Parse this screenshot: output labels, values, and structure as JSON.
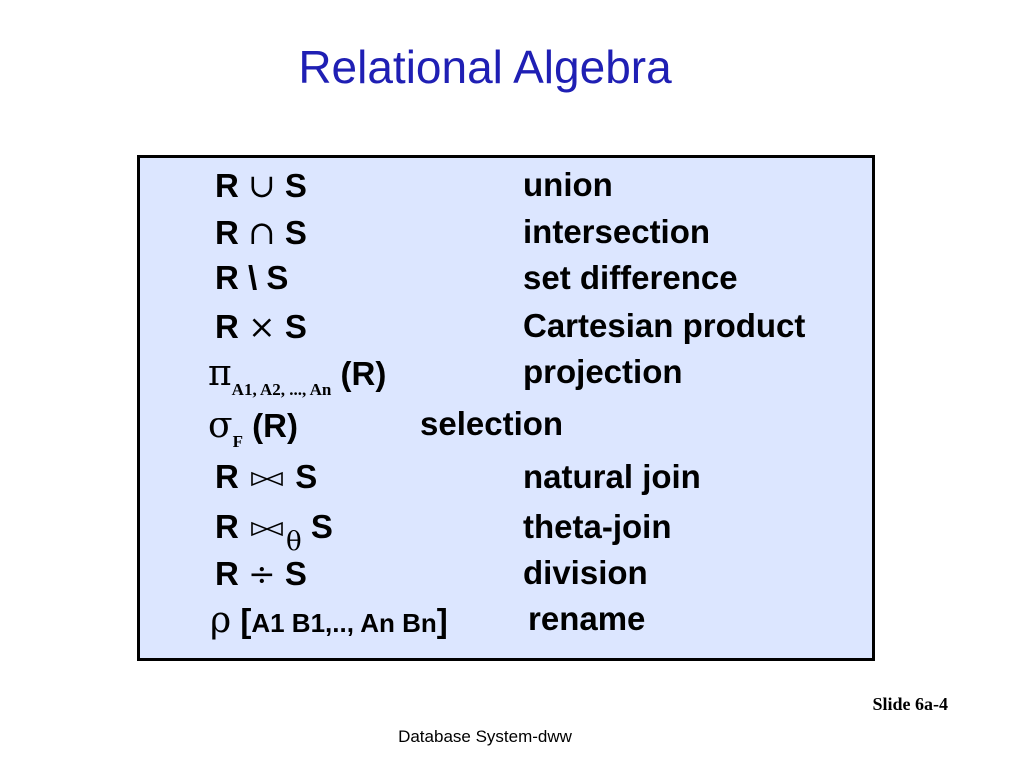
{
  "title": "Relational Algebra",
  "operations": [
    {
      "r": "R",
      "op": "∪",
      "s": "S",
      "desc": "union"
    },
    {
      "r": "R",
      "op": "∩",
      "s": "S",
      "desc": "intersection"
    },
    {
      "r": "R",
      "op": "\\",
      "s": "S",
      "desc": "set difference"
    },
    {
      "r": "R",
      "op": "×",
      "s": "S",
      "desc": "Cartesian product"
    },
    {
      "symbol": "π",
      "subscript": "A1, A2, ..., An",
      "arg": "(R)",
      "desc": "projection"
    },
    {
      "symbol": "σ",
      "subscript": "F",
      "arg": "(R)",
      "desc": "selection"
    },
    {
      "r": "R",
      "s": "S",
      "desc": "natural join",
      "op_icon": "bowtie-join-icon"
    },
    {
      "r": "R",
      "theta": "θ",
      "s": "S",
      "desc": "theta-join",
      "op_icon": "bowtie-join-icon"
    },
    {
      "r": "R",
      "op": "÷",
      "s": "S",
      "desc": "division"
    },
    {
      "symbol": "ρ",
      "open": "[",
      "args": "A1 B1,.., An Bn",
      "close": "]",
      "desc": "rename"
    }
  ],
  "slide_number": "Slide 6a-4",
  "footer": "Database System-dww",
  "colors": {
    "title": "#1f1fb4",
    "box_fill": "#dce6ff",
    "box_border": "#000000"
  }
}
